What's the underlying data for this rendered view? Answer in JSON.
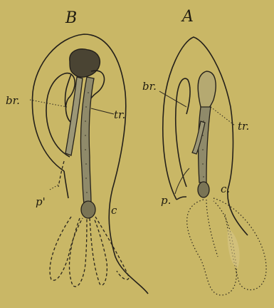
{
  "figure": {
    "panel_b": {
      "title": "B",
      "labels": {
        "br": "br.",
        "tr": "tr.",
        "p": "p'",
        "c": "c"
      }
    },
    "panel_a": {
      "title": "A",
      "labels": {
        "br": "br.",
        "tr": "tr.",
        "p": "p.",
        "c": "c."
      }
    }
  },
  "colors": {
    "background": "#c9b766",
    "ink": "#24201a",
    "tube": "#8f8a6a",
    "tube_dark": "#5a5540"
  }
}
